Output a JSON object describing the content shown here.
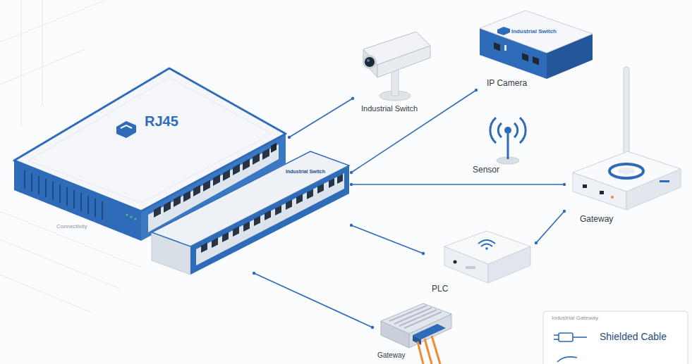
{
  "diagram": {
    "nodes": [
      {
        "text": [
          "RJ45",
          "Connectivity"
        ]
      },
      {
        "text": [
          "Industrial Switch"
        ]
      },
      {
        "text": [
          "Industrial Switch"
        ]
      },
      {
        "text": [
          "Industrial Switch",
          "IP Camera"
        ]
      },
      {
        "text": [
          "Sensor"
        ]
      },
      {
        "text": [
          "Gateway"
        ]
      },
      {
        "text": [
          "PLC"
        ]
      },
      {
        "text": [
          "Gateway"
        ]
      }
    ],
    "edges": [
      {
        "from": 0,
        "to": 2,
        "arrow": "none"
      },
      {
        "from": 1,
        "to": 3,
        "arrow": "none"
      },
      {
        "from": 1,
        "to": 5,
        "arrow": "none"
      },
      {
        "from": 1,
        "to": 6,
        "arrow": "none"
      },
      {
        "from": 6,
        "to": 5,
        "arrow": "none"
      },
      {
        "from": 1,
        "to": 7,
        "arrow": "none"
      }
    ],
    "labels": [
      "Industrial Gateway"
    ],
    "legend": [
      {
        "text": "Shielded Cable"
      }
    ]
  }
}
